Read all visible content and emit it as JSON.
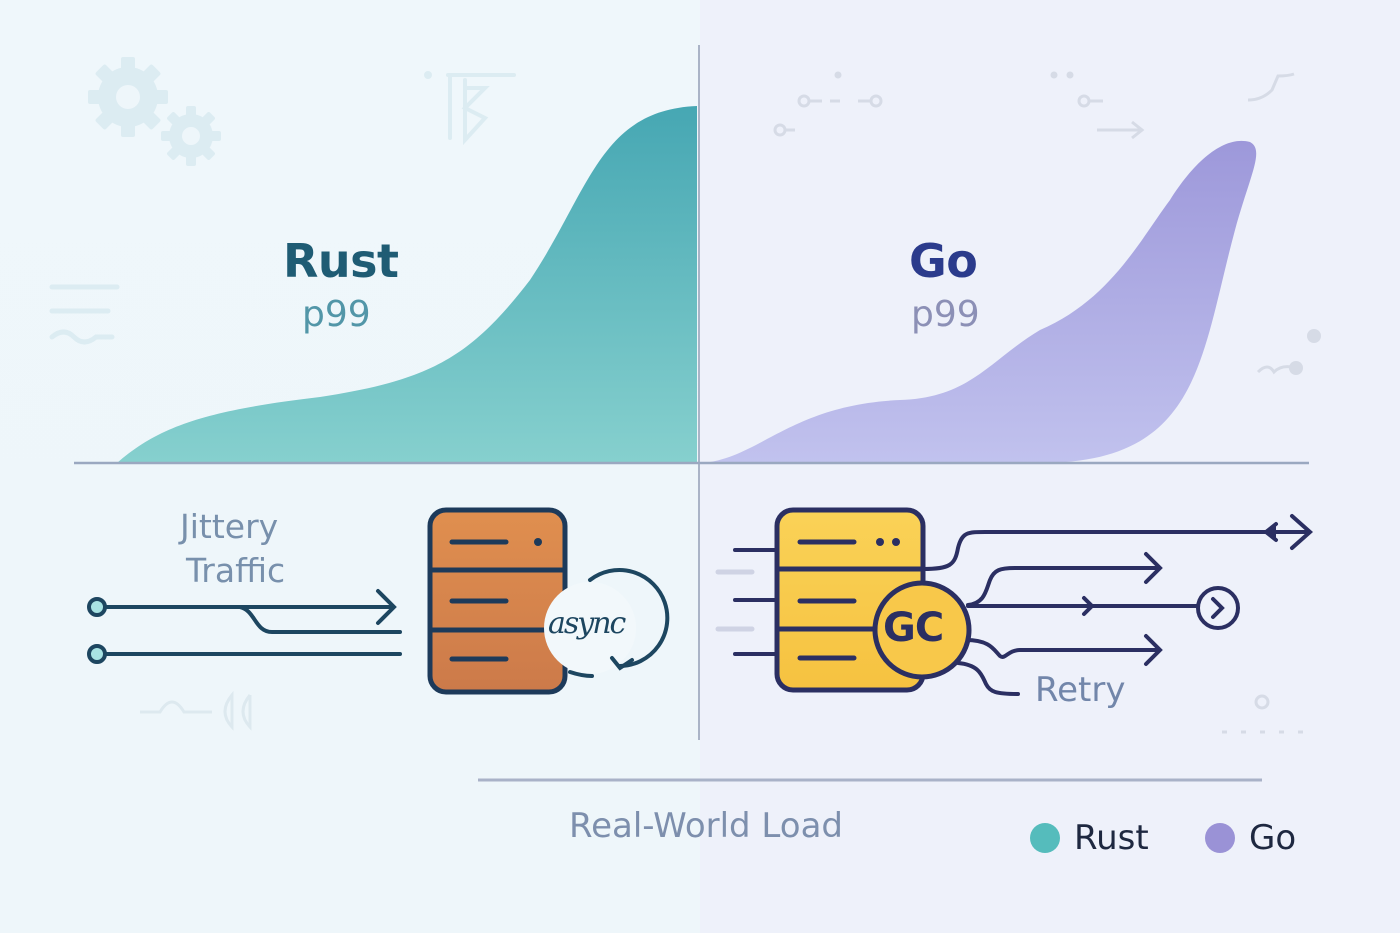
{
  "figure": {
    "left_panel": {
      "title": "Rust",
      "metric": "p99",
      "traffic_label_line1": "Jittery",
      "traffic_label_line2": "Traffic",
      "server_badge": "async",
      "colors": {
        "area": "#5bb8bd",
        "server": "#d98a4e",
        "stroke": "#1d4660"
      }
    },
    "right_panel": {
      "title": "Go",
      "metric": "p99",
      "server_badge": "GC",
      "retry_label": "Retry",
      "colors": {
        "area": "#a9a6de",
        "server": "#f8c84a",
        "stroke": "#2b2f62"
      }
    },
    "x_axis_label": "Real-World Load",
    "legend": [
      {
        "label": "Rust",
        "color": "#55bcbc"
      },
      {
        "label": "Go",
        "color": "#9a92d6"
      }
    ]
  }
}
